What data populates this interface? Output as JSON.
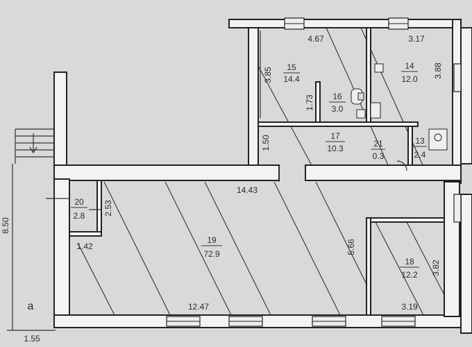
{
  "plan": {
    "rooms": [
      {
        "id": "room-15",
        "number": "15",
        "area": "14.4"
      },
      {
        "id": "room-14",
        "number": "14",
        "area": "12.0"
      },
      {
        "id": "room-16",
        "number": "16",
        "area": "3.0"
      },
      {
        "id": "room-17",
        "number": "17",
        "area": "10.3"
      },
      {
        "id": "room-21",
        "number": "21",
        "area": "0.3"
      },
      {
        "id": "room-13",
        "number": "13",
        "area": "2.4"
      },
      {
        "id": "room-20",
        "number": "20",
        "area": "2.8"
      },
      {
        "id": "room-19",
        "number": "19",
        "area": "72.9"
      },
      {
        "id": "room-18",
        "number": "18",
        "area": "12.2"
      }
    ],
    "dimensions": {
      "d_4_67": "4.67",
      "d_3_17": "3.17",
      "d_3_85": "3.85",
      "d_3_88": "3.88",
      "d_1_73": "1.73",
      "d_1_50": "1.50",
      "d_14_43": "14.43",
      "d_2_53": "2.53",
      "d_1_42": "1.42",
      "d_5_66": "5.66",
      "d_3_82": "3.82",
      "d_12_47": "12.47",
      "d_3_19": "3.19",
      "d_8_50": "8.50",
      "d_1_55": "1.55"
    },
    "marker": "a"
  }
}
